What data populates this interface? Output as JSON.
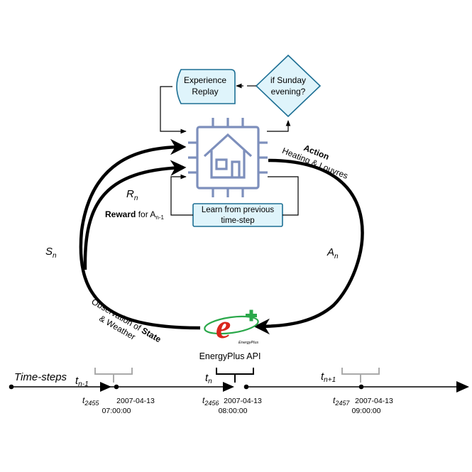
{
  "nodes": {
    "experience_replay": {
      "line1": "Experience",
      "line2": "Replay"
    },
    "decision": {
      "line1": "if Sunday",
      "line2": "evening?"
    },
    "learn": {
      "line1": "Learn from previous",
      "line2": "time-step"
    },
    "energyplus_logo": {
      "text": "EnergyPlus"
    },
    "energyplus_api": "EnergyPlus API"
  },
  "labels": {
    "action_title": "Action",
    "action_sub": "Heating & Louvres",
    "a_n": {
      "main": "A",
      "sub": "n"
    },
    "r_n": {
      "main": "R",
      "sub": "n"
    },
    "reward_bold": "Reward",
    "reward_rest": " for A",
    "reward_sub": "n-1",
    "s_n": {
      "main": "S",
      "sub": "n"
    },
    "obs_line1": "Observation of ",
    "obs_state": "State",
    "obs_line2": "& Weather"
  },
  "timeline": {
    "title": "Time-steps",
    "labels": [
      {
        "main": "t",
        "sub": "n-1"
      },
      {
        "main": "t",
        "sub": "n"
      },
      {
        "main": "t",
        "sub": "n+1"
      }
    ],
    "ticks": [
      {
        "t": "t",
        "sub": "2455",
        "date": "2007-04-13",
        "time": "07:00:00"
      },
      {
        "t": "t",
        "sub": "2456",
        "date": "2007-04-13",
        "time": "08:00:00"
      },
      {
        "t": "t",
        "sub": "2457",
        "date": "2007-04-13",
        "time": "09:00:00"
      }
    ]
  },
  "colors": {
    "box_fill": "#dff4fb",
    "box_stroke": "#1d6f94",
    "chip": "#7d8fbc",
    "logo_red": "#d9261c",
    "logo_green": "#2aa84a",
    "bracket_gray": "#aaaaaa"
  }
}
